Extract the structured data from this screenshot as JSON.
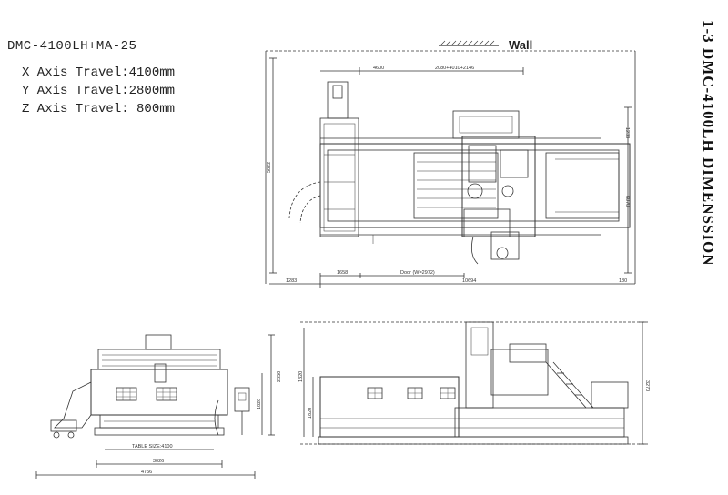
{
  "model": "DMC-4100LH+MA-25",
  "specs": [
    {
      "label": "X Axis Travel:",
      "value": "4100mm"
    },
    {
      "label": "Y Axis Travel:",
      "value": "2800mm"
    },
    {
      "label": "Z Axis Travel:",
      "value": " 800mm"
    }
  ],
  "wall_label": "Wall",
  "side_title": "1-3 DMC-4100LH DIMENSSION",
  "dims": {
    "top_overall": "10694",
    "top_left": "1283",
    "top_right": "180",
    "top_1658": "1658",
    "top_door": "Door (W=2972)",
    "top_4600": "4600",
    "top_upper": "2080+4010+2146",
    "top_left_vert": "5822",
    "top_right_vert": "6070",
    "top_right_vert2": "1238",
    "bl_table": "TABLE SIZE:4100",
    "bl_width": "3026",
    "bl_overall": "4756",
    "bl_height": "2850",
    "bl_height2": "1820",
    "br_height": "3270",
    "br_height2": "1820",
    "br_left": "1320"
  }
}
